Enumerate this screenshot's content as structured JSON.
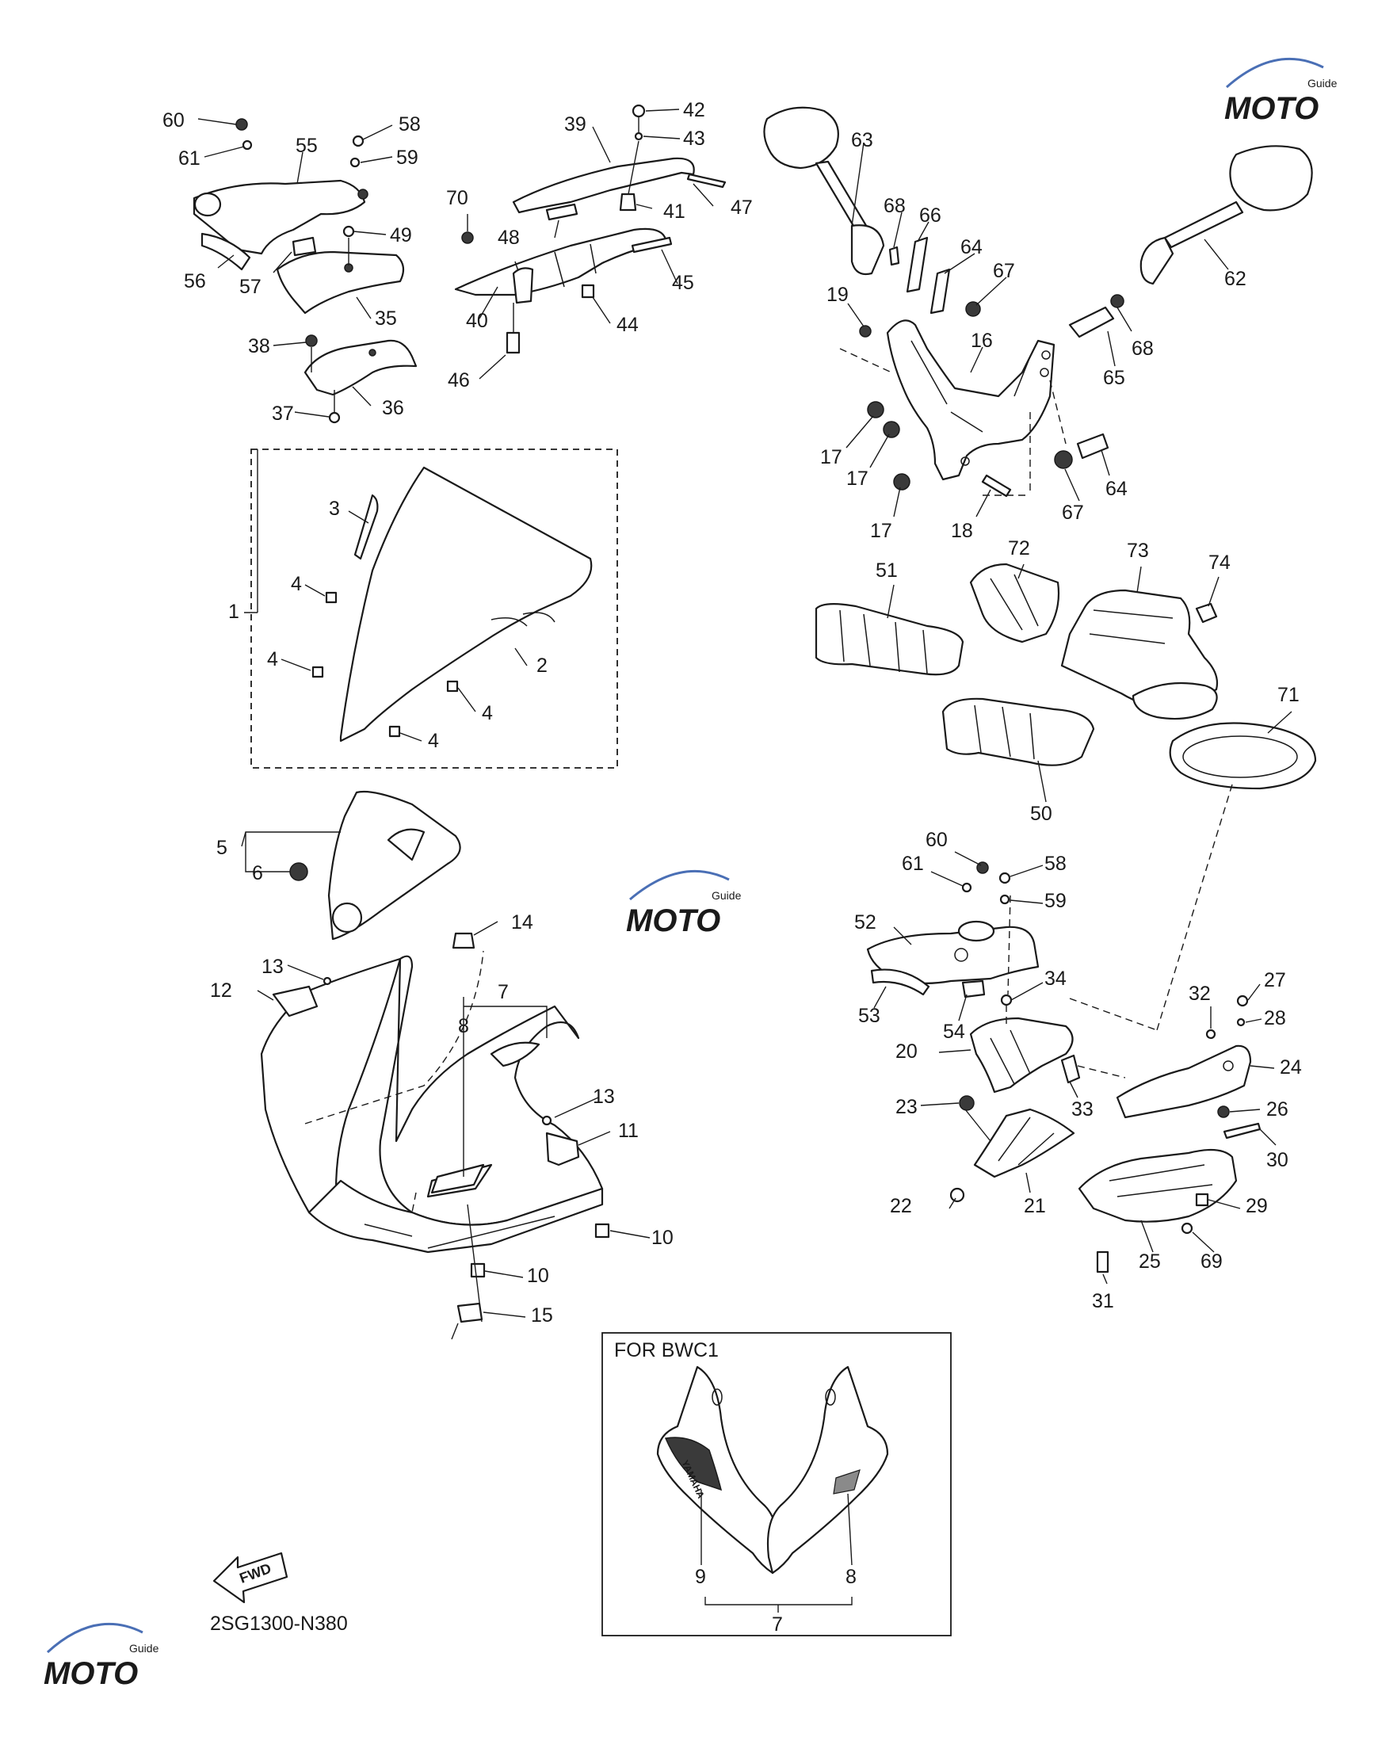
{
  "diagram_code": "2SG1300-N380",
  "inset_title": "FOR BWC1",
  "fwd_label": "FWD",
  "inset_logo_text": "YAMAHA",
  "watermark": {
    "text": "MOTO",
    "subtext": "Guide",
    "color_red": "#d9262c",
    "color_blue": "#4a6fb5"
  },
  "callouts": [
    {
      "id": "c60a",
      "label": "60"
    },
    {
      "id": "c61a",
      "label": "61"
    },
    {
      "id": "c55",
      "label": "55"
    },
    {
      "id": "c58a",
      "label": "58"
    },
    {
      "id": "c59a",
      "label": "59"
    },
    {
      "id": "c49",
      "label": "49"
    },
    {
      "id": "c56",
      "label": "56"
    },
    {
      "id": "c57",
      "label": "57"
    },
    {
      "id": "c35",
      "label": "35"
    },
    {
      "id": "c38",
      "label": "38"
    },
    {
      "id": "c36",
      "label": "36"
    },
    {
      "id": "c37",
      "label": "37"
    },
    {
      "id": "c39",
      "label": "39"
    },
    {
      "id": "c42",
      "label": "42"
    },
    {
      "id": "c43",
      "label": "43"
    },
    {
      "id": "c41",
      "label": "41"
    },
    {
      "id": "c47",
      "label": "47"
    },
    {
      "id": "c48",
      "label": "48"
    },
    {
      "id": "c70",
      "label": "70"
    },
    {
      "id": "c45",
      "label": "45"
    },
    {
      "id": "c40",
      "label": "40"
    },
    {
      "id": "c44",
      "label": "44"
    },
    {
      "id": "c46",
      "label": "46"
    },
    {
      "id": "c63",
      "label": "63"
    },
    {
      "id": "c68a",
      "label": "68"
    },
    {
      "id": "c66",
      "label": "66"
    },
    {
      "id": "c64a",
      "label": "64"
    },
    {
      "id": "c67a",
      "label": "67"
    },
    {
      "id": "c62",
      "label": "62"
    },
    {
      "id": "c19",
      "label": "19"
    },
    {
      "id": "c16",
      "label": "16"
    },
    {
      "id": "c68b",
      "label": "68"
    },
    {
      "id": "c65",
      "label": "65"
    },
    {
      "id": "c17a",
      "label": "17"
    },
    {
      "id": "c17b",
      "label": "17"
    },
    {
      "id": "c17c",
      "label": "17"
    },
    {
      "id": "c18",
      "label": "18"
    },
    {
      "id": "c67b",
      "label": "67"
    },
    {
      "id": "c64b",
      "label": "64"
    },
    {
      "id": "c3",
      "label": "3"
    },
    {
      "id": "c4a",
      "label": "4"
    },
    {
      "id": "c1",
      "label": "1"
    },
    {
      "id": "c4b",
      "label": "4"
    },
    {
      "id": "c2",
      "label": "2"
    },
    {
      "id": "c4c",
      "label": "4"
    },
    {
      "id": "c4d",
      "label": "4"
    },
    {
      "id": "c51",
      "label": "51"
    },
    {
      "id": "c72",
      "label": "72"
    },
    {
      "id": "c73",
      "label": "73"
    },
    {
      "id": "c74",
      "label": "74"
    },
    {
      "id": "c71",
      "label": "71"
    },
    {
      "id": "c50",
      "label": "50"
    },
    {
      "id": "c5",
      "label": "5"
    },
    {
      "id": "c6",
      "label": "6"
    },
    {
      "id": "c14",
      "label": "14"
    },
    {
      "id": "c13a",
      "label": "13"
    },
    {
      "id": "c12",
      "label": "12"
    },
    {
      "id": "c7a",
      "label": "7"
    },
    {
      "id": "c8a",
      "label": "8"
    },
    {
      "id": "c13b",
      "label": "13"
    },
    {
      "id": "c11",
      "label": "11"
    },
    {
      "id": "c10a",
      "label": "10"
    },
    {
      "id": "c10b",
      "label": "10"
    },
    {
      "id": "c15",
      "label": "15"
    },
    {
      "id": "c60b",
      "label": "60"
    },
    {
      "id": "c61b",
      "label": "61"
    },
    {
      "id": "c58b",
      "label": "58"
    },
    {
      "id": "c52",
      "label": "52"
    },
    {
      "id": "c59b",
      "label": "59"
    },
    {
      "id": "c34",
      "label": "34"
    },
    {
      "id": "c53",
      "label": "53"
    },
    {
      "id": "c54",
      "label": "54"
    },
    {
      "id": "c32",
      "label": "32"
    },
    {
      "id": "c27",
      "label": "27"
    },
    {
      "id": "c28",
      "label": "28"
    },
    {
      "id": "c20",
      "label": "20"
    },
    {
      "id": "c24",
      "label": "24"
    },
    {
      "id": "c23",
      "label": "23"
    },
    {
      "id": "c33",
      "label": "33"
    },
    {
      "id": "c26",
      "label": "26"
    },
    {
      "id": "c30",
      "label": "30"
    },
    {
      "id": "c22",
      "label": "22"
    },
    {
      "id": "c21",
      "label": "21"
    },
    {
      "id": "c29",
      "label": "29"
    },
    {
      "id": "c25",
      "label": "25"
    },
    {
      "id": "c69",
      "label": "69"
    },
    {
      "id": "c31",
      "label": "31"
    },
    {
      "id": "c9",
      "label": "9"
    },
    {
      "id": "c8b",
      "label": "8"
    },
    {
      "id": "c7b",
      "label": "7"
    }
  ]
}
